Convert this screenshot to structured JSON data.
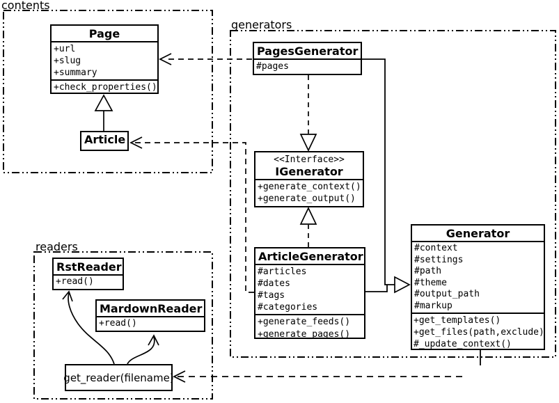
{
  "packages": {
    "contents": {
      "label": "contents"
    },
    "generators": {
      "label": "generators"
    },
    "readers": {
      "label": "readers"
    }
  },
  "classes": {
    "page": {
      "title": "Page",
      "attributes": [
        "+url",
        "+slug",
        "+summary"
      ],
      "methods": [
        "+check_properties()"
      ]
    },
    "article": {
      "title": "Article"
    },
    "pages_generator": {
      "title": "PagesGenerator",
      "attributes": [
        "#pages"
      ]
    },
    "igenerator": {
      "stereotype": "<<Interface>>",
      "title": "IGenerator",
      "methods": [
        "+generate_context()",
        "+generate_output()"
      ]
    },
    "article_generator": {
      "title": "ArticleGenerator",
      "attributes": [
        "#articles",
        "#dates",
        "#tags",
        "#categories"
      ],
      "methods": [
        "+generate_feeds()",
        "+generate_pages()"
      ]
    },
    "generator": {
      "title": "Generator",
      "attributes": [
        "#context",
        "#settings",
        "#path",
        "#theme",
        "#output_path",
        "#markup"
      ],
      "methods": [
        "+get_templates()",
        "+get_files(path,exclude)",
        "#_update_context()"
      ]
    },
    "rst_reader": {
      "title": "RstReader",
      "methods": [
        "+read()"
      ]
    },
    "mardown_reader": {
      "title": "MardownReader",
      "methods": [
        "+read()"
      ]
    },
    "get_reader": {
      "label": "get_reader(filename)"
    }
  },
  "relations": [
    {
      "from": "Article",
      "to": "Page",
      "type": "inheritance"
    },
    {
      "from": "PagesGenerator",
      "to": "Page",
      "type": "dependency"
    },
    {
      "from": "PagesGenerator",
      "to": "IGenerator",
      "type": "realization"
    },
    {
      "from": "ArticleGenerator",
      "to": "IGenerator",
      "type": "realization"
    },
    {
      "from": "PagesGenerator",
      "to": "Generator",
      "type": "inheritance"
    },
    {
      "from": "ArticleGenerator",
      "to": "Generator",
      "type": "inheritance"
    },
    {
      "from": "ArticleGenerator",
      "to": "Article",
      "type": "dependency"
    },
    {
      "from": "Generator",
      "to": "get_reader(filename)",
      "type": "dependency"
    },
    {
      "from": "get_reader(filename)",
      "to": "RstReader",
      "type": "arrow"
    },
    {
      "from": "get_reader(filename)",
      "to": "MardownReader",
      "type": "arrow"
    }
  ],
  "colors": {
    "line": "#000000",
    "background": "#ffffff",
    "box_fill": "#ffffff"
  }
}
